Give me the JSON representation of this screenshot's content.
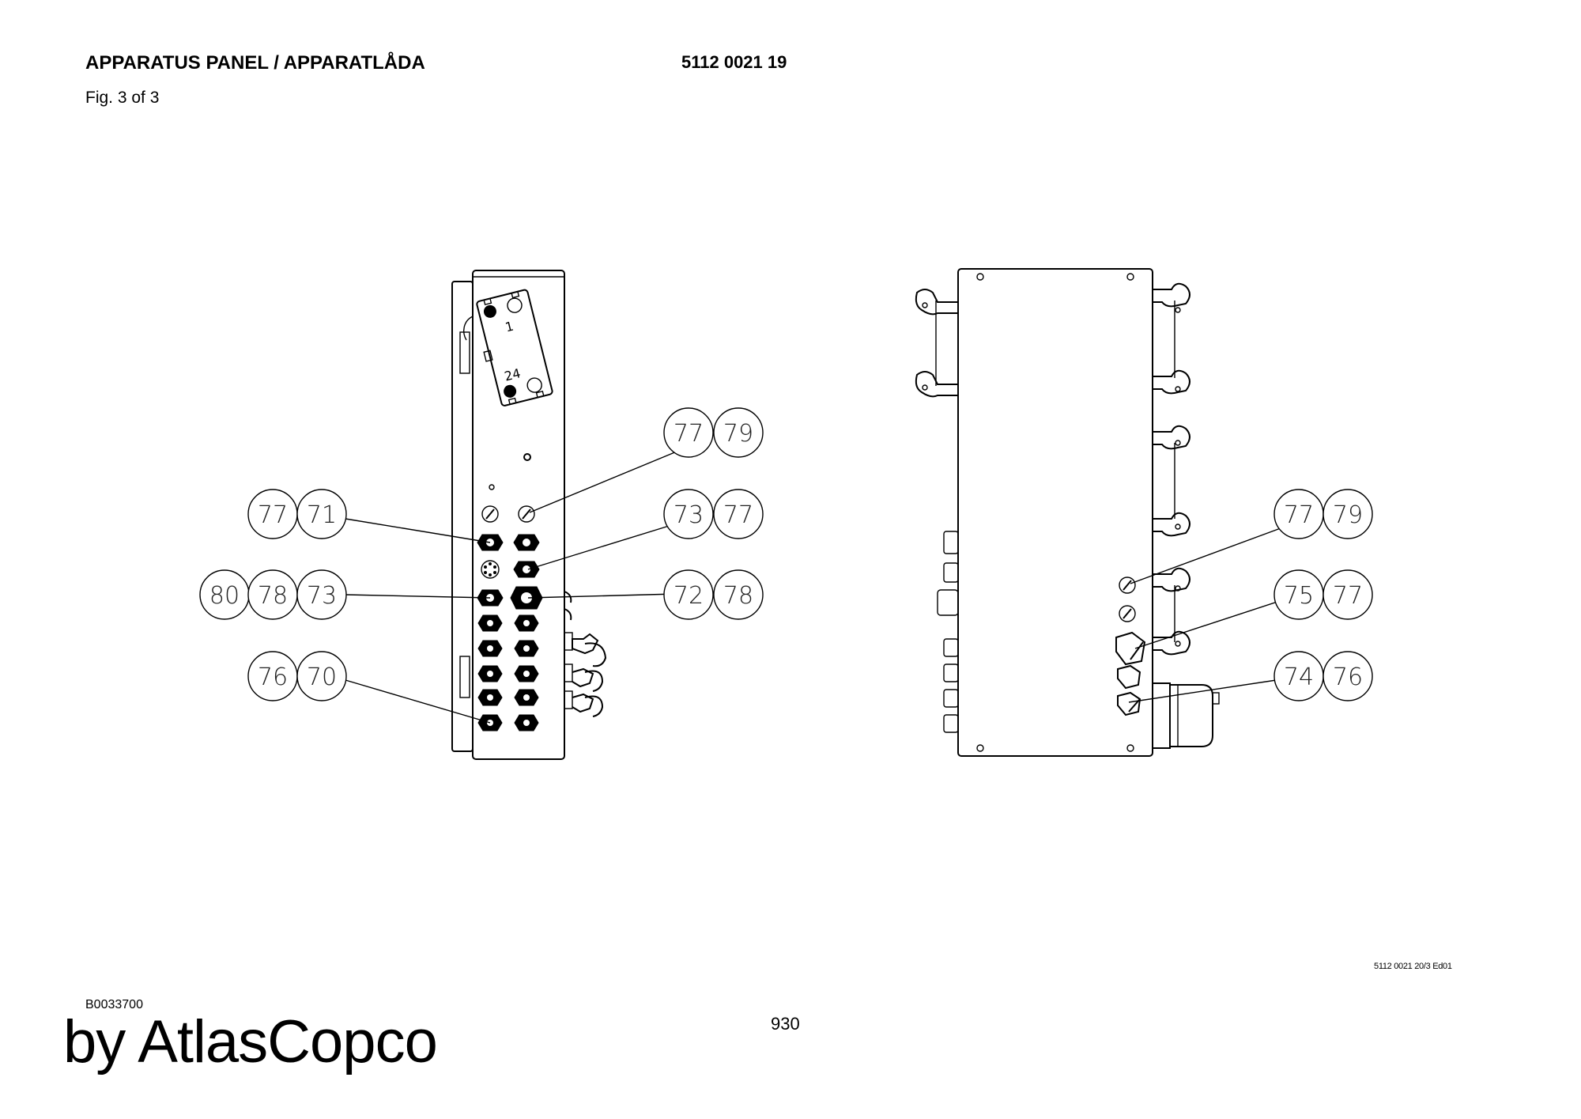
{
  "header": {
    "title": "APPARATUS PANEL / APPARATLÅDA",
    "part_number": "5112 0021 19",
    "figure": "Fig. 3 of 3"
  },
  "footer": {
    "drawing_ref": "5112 0021 20/3 Ed01",
    "document_id": "B0033700",
    "page_number": "930",
    "brand": "by AtlasCopco"
  },
  "panel_labels": {
    "connector_top": "1",
    "connector_bottom": "24"
  },
  "callouts": [
    {
      "numbers": [
        "77",
        "79"
      ]
    },
    {
      "numbers": [
        "77",
        "71"
      ]
    },
    {
      "numbers": [
        "73",
        "77"
      ]
    },
    {
      "numbers": [
        "80",
        "78",
        "73"
      ]
    },
    {
      "numbers": [
        "72",
        "78"
      ]
    },
    {
      "numbers": [
        "76",
        "70"
      ]
    },
    {
      "numbers": [
        "77",
        "79"
      ]
    },
    {
      "numbers": [
        "75",
        "77"
      ]
    },
    {
      "numbers": [
        "74",
        "76"
      ]
    }
  ]
}
